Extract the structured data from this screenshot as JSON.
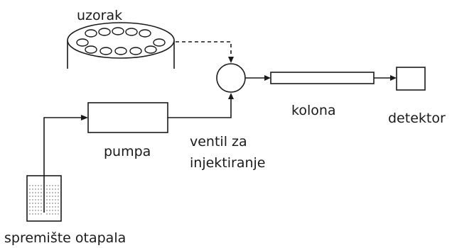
{
  "diagram": {
    "labels": {
      "sample": "uzorak",
      "pump": "pumpa",
      "valve_line1": "ventil za",
      "valve_line2": "injektiranje",
      "column": "kolona",
      "detector": "detektor",
      "reservoir": "spremište otapala"
    },
    "colors": {
      "stroke": "#1a1a1a",
      "background": "#ffffff"
    },
    "connections": [
      {
        "from": "solvent-reservoir",
        "to": "pump",
        "style": "solid"
      },
      {
        "from": "pump",
        "to": "injection-valve",
        "style": "solid"
      },
      {
        "from": "sample-tray",
        "to": "injection-valve",
        "style": "dashed"
      },
      {
        "from": "injection-valve",
        "to": "column",
        "style": "solid"
      },
      {
        "from": "column",
        "to": "detector",
        "style": "solid"
      }
    ]
  }
}
